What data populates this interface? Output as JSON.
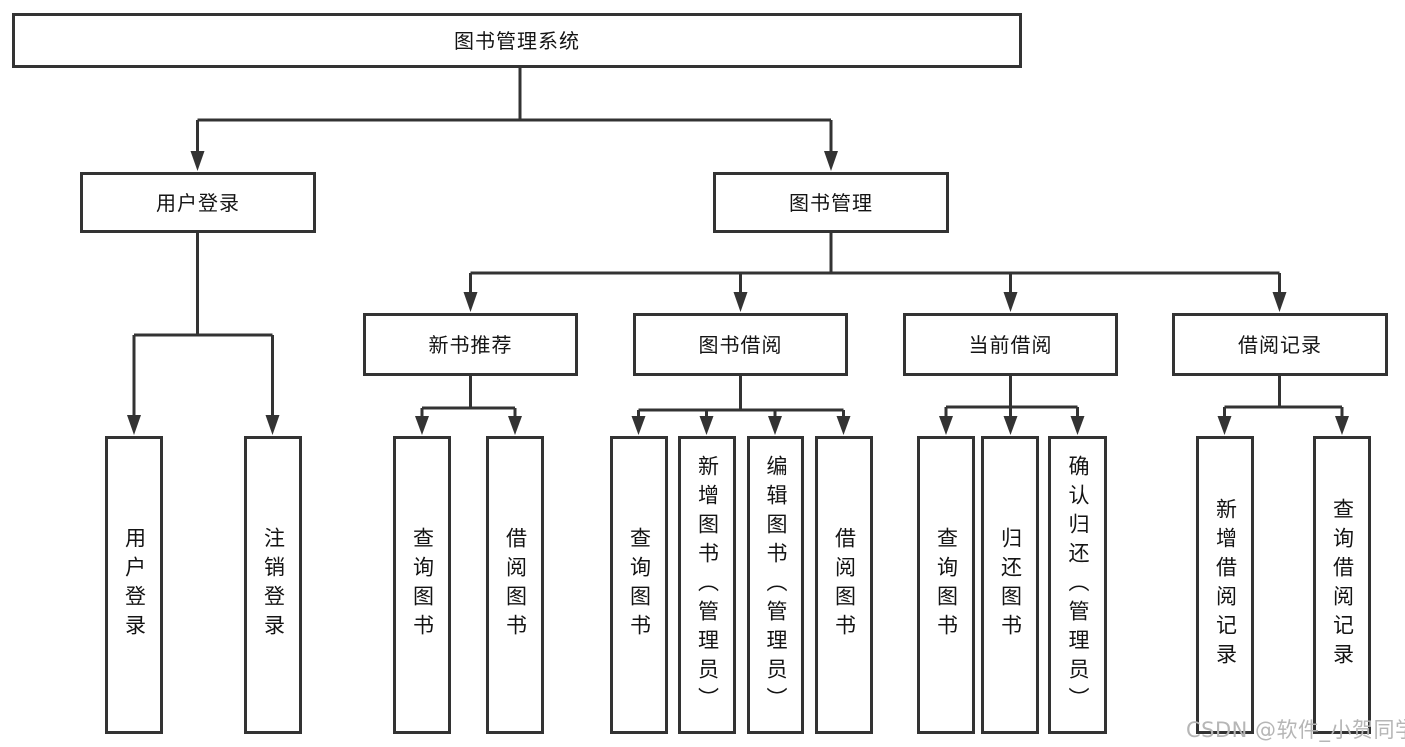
{
  "colors": {
    "line": "#333333",
    "text": "#141414",
    "background": "#ffffff",
    "watermark_color": "#b6b6b6"
  },
  "watermark": "CSDN @软件_小贺同学",
  "tree": {
    "label": "图书管理系统",
    "children": [
      {
        "label": "用户登录",
        "children": [
          {
            "label": "用户登录"
          },
          {
            "label": "注销登录"
          }
        ]
      },
      {
        "label": "图书管理",
        "children": [
          {
            "label": "新书推荐",
            "children": [
              {
                "label": "查询图书"
              },
              {
                "label": "借阅图书"
              }
            ]
          },
          {
            "label": "图书借阅",
            "children": [
              {
                "label": "查询图书"
              },
              {
                "label": "新增图书（管理员）"
              },
              {
                "label": "编辑图书（管理员）"
              },
              {
                "label": "借阅图书"
              }
            ]
          },
          {
            "label": "当前借阅",
            "children": [
              {
                "label": "查询图书"
              },
              {
                "label": "归还图书"
              },
              {
                "label": "确认归还（管理员）"
              }
            ]
          },
          {
            "label": "借阅记录",
            "children": [
              {
                "label": "新增借阅记录"
              },
              {
                "label": "查询借阅记录"
              }
            ]
          }
        ]
      }
    ]
  }
}
